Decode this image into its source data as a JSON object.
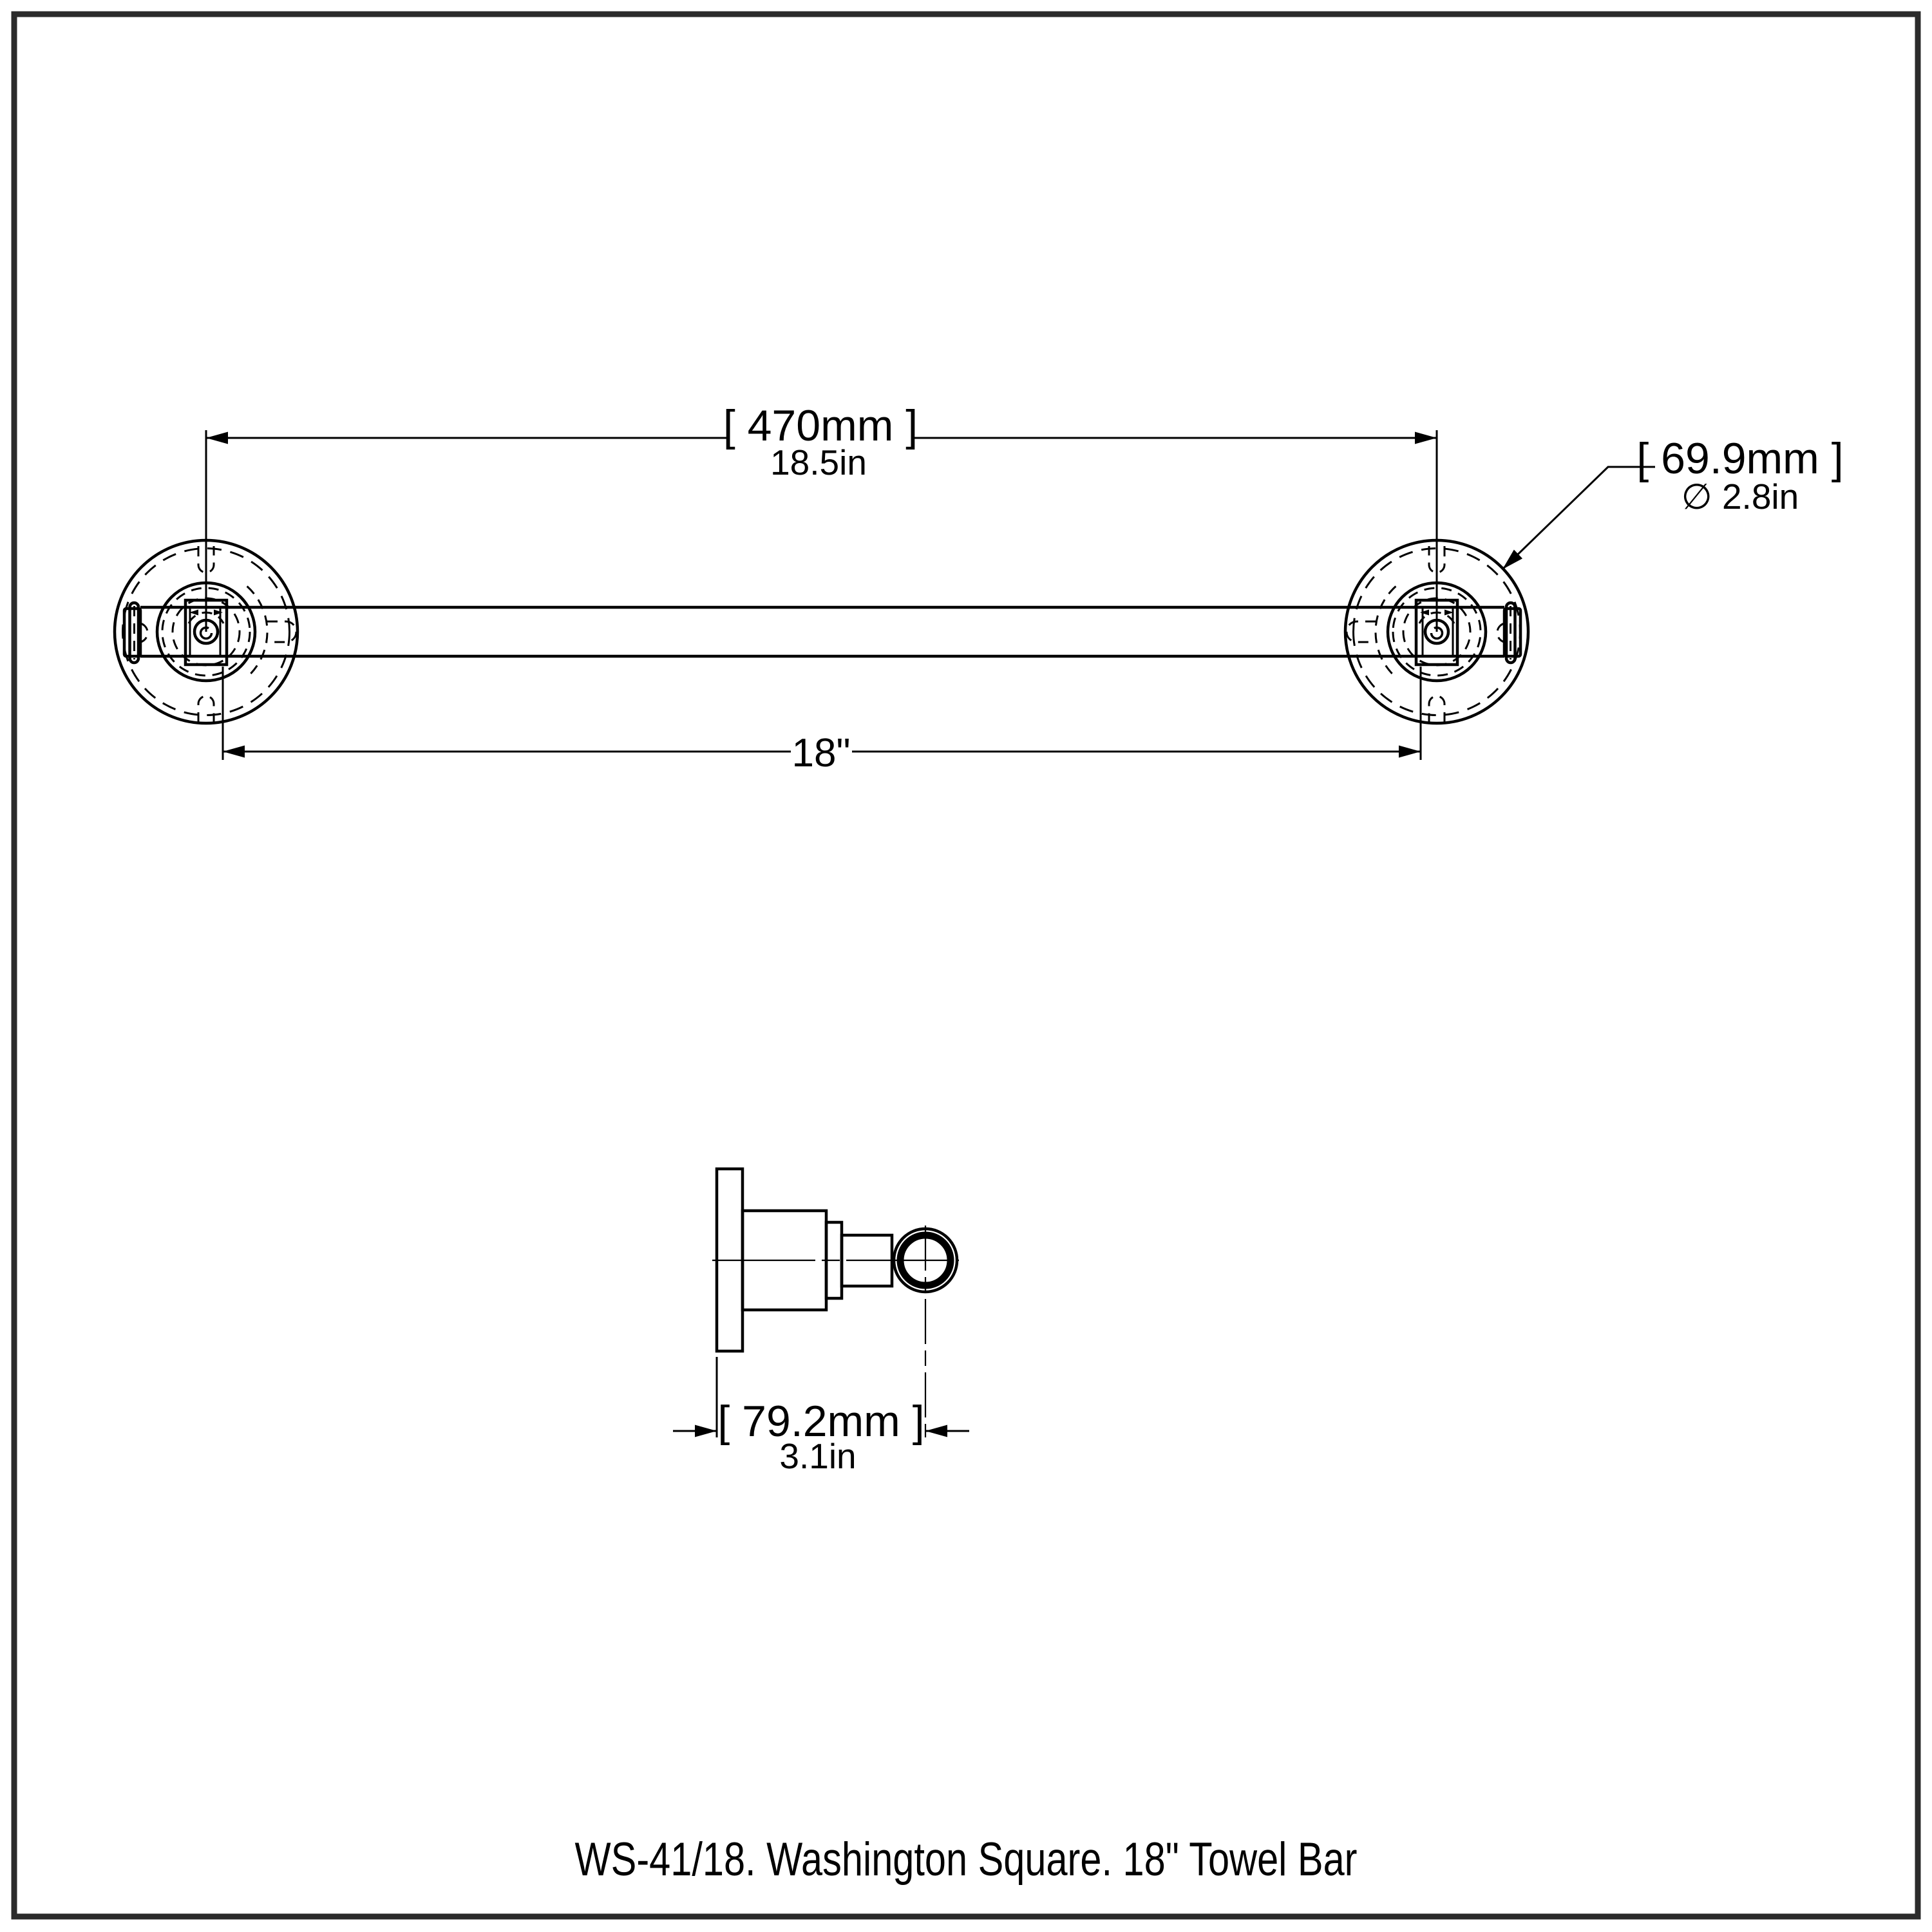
{
  "drawing": {
    "caption": "WS-41/18. Washington Square. 18\" Towel Bar",
    "product_code": "WS-41/18",
    "collection": "Washington Square",
    "product_type": "18\" Towel Bar",
    "dimensions": {
      "overall": {
        "metric": "[ 470mm ]",
        "imperial": "18.5in"
      },
      "bar": {
        "imperial": "18\""
      },
      "flange": {
        "metric": "[ 69.9mm ]",
        "imperial": "∅ 2.8in"
      },
      "projection": {
        "metric": "[ 79.2mm ]",
        "imperial": "3.1in"
      }
    },
    "colors": {
      "line": "#000000",
      "border": "#2b2b2b",
      "background": "#ffffff"
    }
  }
}
